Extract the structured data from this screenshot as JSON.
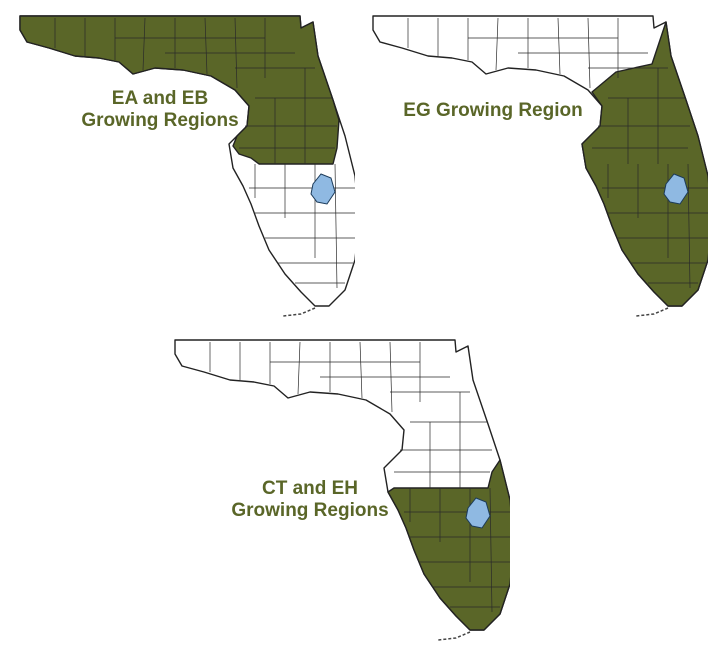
{
  "colors": {
    "region_fill": "#5a6628",
    "land_fill": "#ffffff",
    "lake_fill": "#8fb9e2",
    "label_color": "#5a6628"
  },
  "maps": [
    {
      "label_line1": "EA and EB",
      "label_line2": "Growing Regions",
      "highlighted": "north"
    },
    {
      "label_line1": "EG Growing Region",
      "label_line2": "",
      "highlighted": "central-south"
    },
    {
      "label_line1": "CT and EH",
      "label_line2": "Growing Regions",
      "highlighted": "south"
    }
  ]
}
